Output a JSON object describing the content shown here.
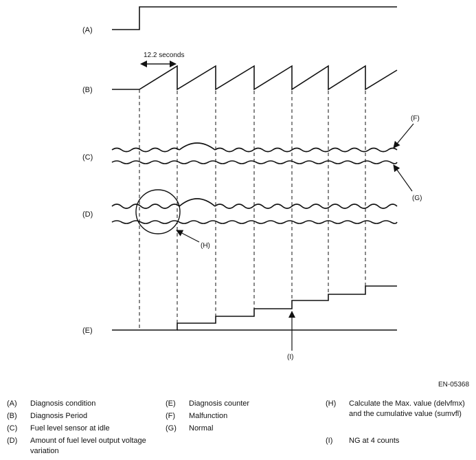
{
  "rows": {
    "A": "(A)",
    "B": "(B)",
    "C": "(C)",
    "D": "(D)",
    "E": "(E)"
  },
  "callouts": {
    "F": "(F)",
    "G": "(G)",
    "H": "(H)",
    "I": "(I)"
  },
  "period_label": "12.2 seconds",
  "figure_code": "EN-05368",
  "legend": [
    {
      "key": "(A)",
      "text": "Diagnosis condition"
    },
    {
      "key": "(B)",
      "text": "Diagnosis Period"
    },
    {
      "key": "(C)",
      "text": "Fuel level sensor at idle"
    },
    {
      "key": "(D)",
      "text": "Amount of fuel level output voltage variation"
    },
    {
      "key": "(E)",
      "text": "Diagnosis counter"
    },
    {
      "key": "(F)",
      "text": "Malfunction"
    },
    {
      "key": "(G)",
      "text": "Normal"
    },
    {
      "key": "(H)",
      "text": "Calculate the Max. value (delvfmx) and the cumulative value (sumvfl)"
    },
    {
      "key": "(I)",
      "text": "NG at 4 counts"
    }
  ]
}
